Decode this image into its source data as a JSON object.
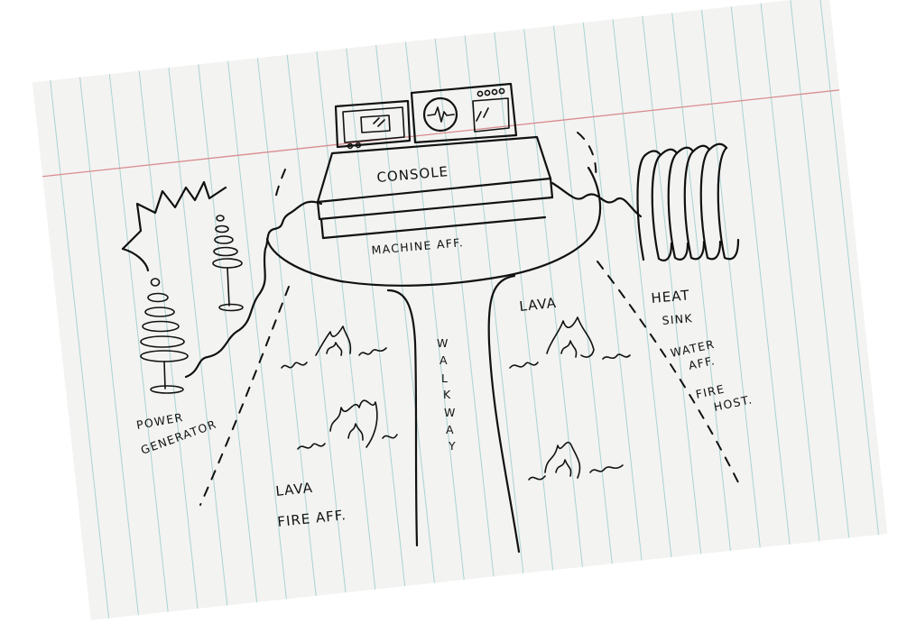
{
  "sketch": {
    "labels": {
      "console": "CONSOLE",
      "machine_aff": "MACHINE AFF.",
      "lava_right": "LAVA",
      "heat_sink_1": "HEAT",
      "heat_sink_2": "SINK",
      "water_aff_1": "WATER",
      "water_aff_2": "AFF.",
      "fire_host_1": "FIRE",
      "fire_host_2": "HOST.",
      "walkway": [
        "W",
        "A",
        "L",
        "K",
        "W",
        "A",
        "Y"
      ],
      "power_gen_1": "POWER",
      "power_gen_2": "GENERATOR",
      "lava_fire_1": "LAVA",
      "lava_fire_2": "FIRE AFF."
    },
    "colors": {
      "paper": "#f3f3f2",
      "rule_line": "#a9d3cf",
      "margin_line": "#d98b8e",
      "ink": "#111111"
    }
  }
}
